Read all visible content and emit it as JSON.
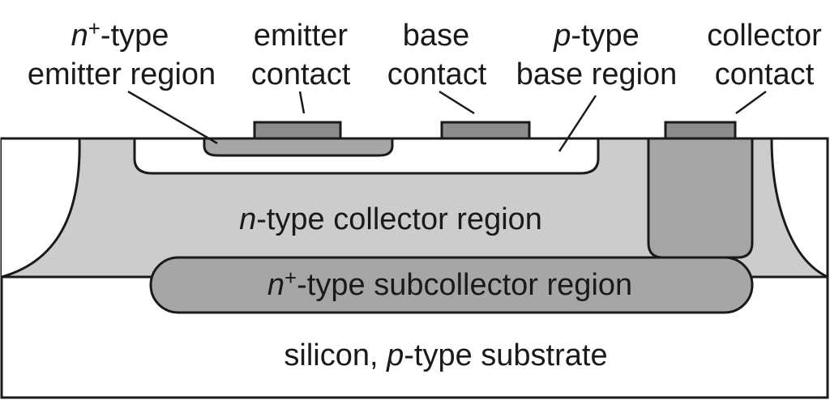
{
  "diagram": {
    "colors": {
      "background": "#ffffff",
      "outline": "#1a1a1a",
      "collector": "#cccccc",
      "emitter": "#a6a6a6",
      "subcollector": "#a6a6a6",
      "plug": "#a6a6a6",
      "contact": "#8c8c8c",
      "base": "#ffffff",
      "substrate": "#ffffff"
    },
    "labels": {
      "emitter_region": {
        "line1": {
          "italic": "n",
          "sup": "+",
          "rest": "-type"
        },
        "line2": "emitter region"
      },
      "emitter_contact": {
        "line1": "emitter",
        "line2": "contact"
      },
      "base_contact": {
        "line1": "base",
        "line2": "contact"
      },
      "base_region": {
        "line1": {
          "italic": "p",
          "rest": "-type"
        },
        "line2": "base region"
      },
      "collector_contact": {
        "line1": "collector",
        "line2": "contact"
      },
      "collector_region": {
        "italic": "n",
        "rest": "-type collector region"
      },
      "subcollector_region": {
        "italic": "n",
        "sup": "+",
        "rest": "-type subcollector region"
      },
      "substrate": {
        "before": "silicon, ",
        "italic": "p",
        "rest": "-type substrate"
      }
    }
  }
}
